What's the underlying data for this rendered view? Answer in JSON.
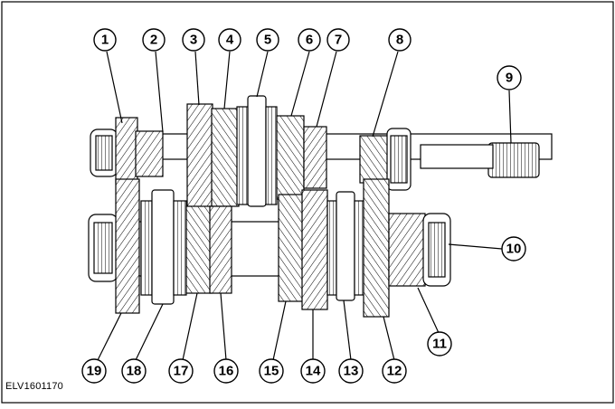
{
  "figure": {
    "reference_code": "ELV1601170"
  },
  "callouts": [
    {
      "id": "1",
      "label": "1"
    },
    {
      "id": "2",
      "label": "2"
    },
    {
      "id": "3",
      "label": "3"
    },
    {
      "id": "4",
      "label": "4"
    },
    {
      "id": "5",
      "label": "5"
    },
    {
      "id": "6",
      "label": "6"
    },
    {
      "id": "7",
      "label": "7"
    },
    {
      "id": "8",
      "label": "8"
    },
    {
      "id": "9",
      "label": "9"
    },
    {
      "id": "10",
      "label": "10"
    },
    {
      "id": "11",
      "label": "11"
    },
    {
      "id": "12",
      "label": "12"
    },
    {
      "id": "13",
      "label": "13"
    },
    {
      "id": "14",
      "label": "14"
    },
    {
      "id": "15",
      "label": "15"
    },
    {
      "id": "16",
      "label": "16"
    },
    {
      "id": "17",
      "label": "17"
    },
    {
      "id": "18",
      "label": "18"
    },
    {
      "id": "19",
      "label": "19"
    }
  ]
}
